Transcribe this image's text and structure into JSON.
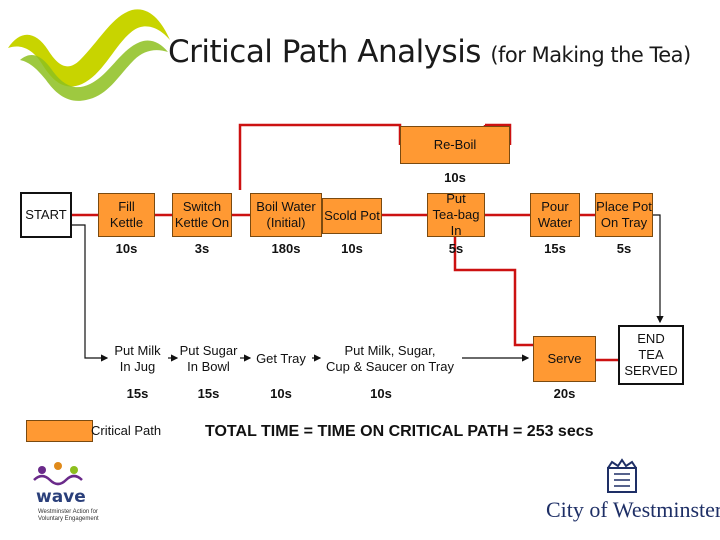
{
  "title": {
    "main": "Critical Path Analysis",
    "sub": "(for Making the Tea)"
  },
  "colors": {
    "critical": "#ff9933",
    "path_line": "#cc1111",
    "arrow": "#111111"
  },
  "nodes": {
    "start": {
      "label": "START"
    },
    "fill_kettle": {
      "label": "Fill\nKettle",
      "duration": "10s"
    },
    "switch_kettle": {
      "label": "Switch\nKettle On",
      "duration": "3s"
    },
    "boil_water": {
      "label": "Boil Water\n(Initial)",
      "duration": "180s"
    },
    "scold_pot": {
      "label": "Scold Pot",
      "duration": "10s"
    },
    "re_boil": {
      "label": "Re-Boil",
      "duration": "10s"
    },
    "put_teabag": {
      "label": "Put\nTea-bag In",
      "duration": "5s"
    },
    "pour_water": {
      "label": "Pour\nWater",
      "duration": "15s"
    },
    "place_pot": {
      "label": "Place Pot\nOn Tray",
      "duration": "5s"
    },
    "put_milk_jug": {
      "label": "Put Milk\nIn Jug",
      "duration": "15s"
    },
    "put_sugar_bowl": {
      "label": "Put Sugar\nIn Bowl",
      "duration": "15s"
    },
    "get_tray": {
      "label": "Get Tray",
      "duration": "10s"
    },
    "put_milk_sugar": {
      "label": "Put Milk, Sugar,\nCup & Saucer on Tray",
      "duration": "10s"
    },
    "serve": {
      "label": "Serve",
      "duration": "20s"
    },
    "end": {
      "label": "END\nTEA\nSERVED"
    }
  },
  "legend": {
    "label": "Critical Path"
  },
  "total": "TOTAL TIME = TIME ON CRITICAL PATH = 253 secs",
  "logos": {
    "wave": {
      "name": "wave",
      "tagline": "Westminster Action for Voluntary Engagement"
    },
    "westminster": {
      "name": "City of Westminster"
    }
  }
}
